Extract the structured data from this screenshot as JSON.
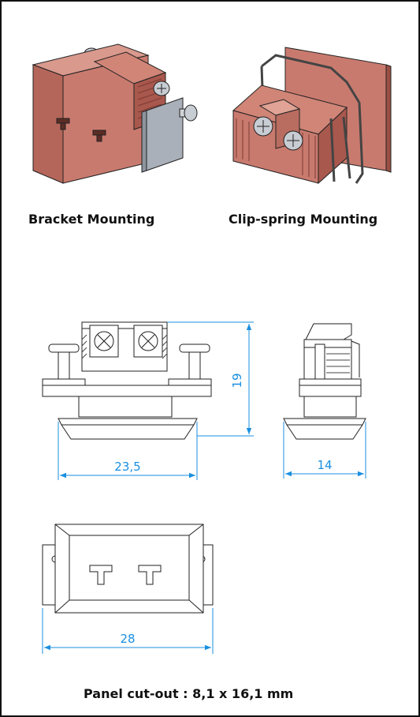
{
  "captions": {
    "bracket": "Bracket Mounting",
    "clip": "Clip-spring Mounting",
    "panel_cutout": "Panel cut-out : 8,1 x 16,1 mm"
  },
  "dimensions": {
    "height": "19",
    "front_width": "23,5",
    "side_width": "14",
    "bottom_width": "28"
  },
  "colors": {
    "connector_body": "#c97a6e",
    "connector_dark": "#9a4f45",
    "metal": "#b8bcc4",
    "dimension_line": "#1a8fe0",
    "outline": "#222222"
  }
}
